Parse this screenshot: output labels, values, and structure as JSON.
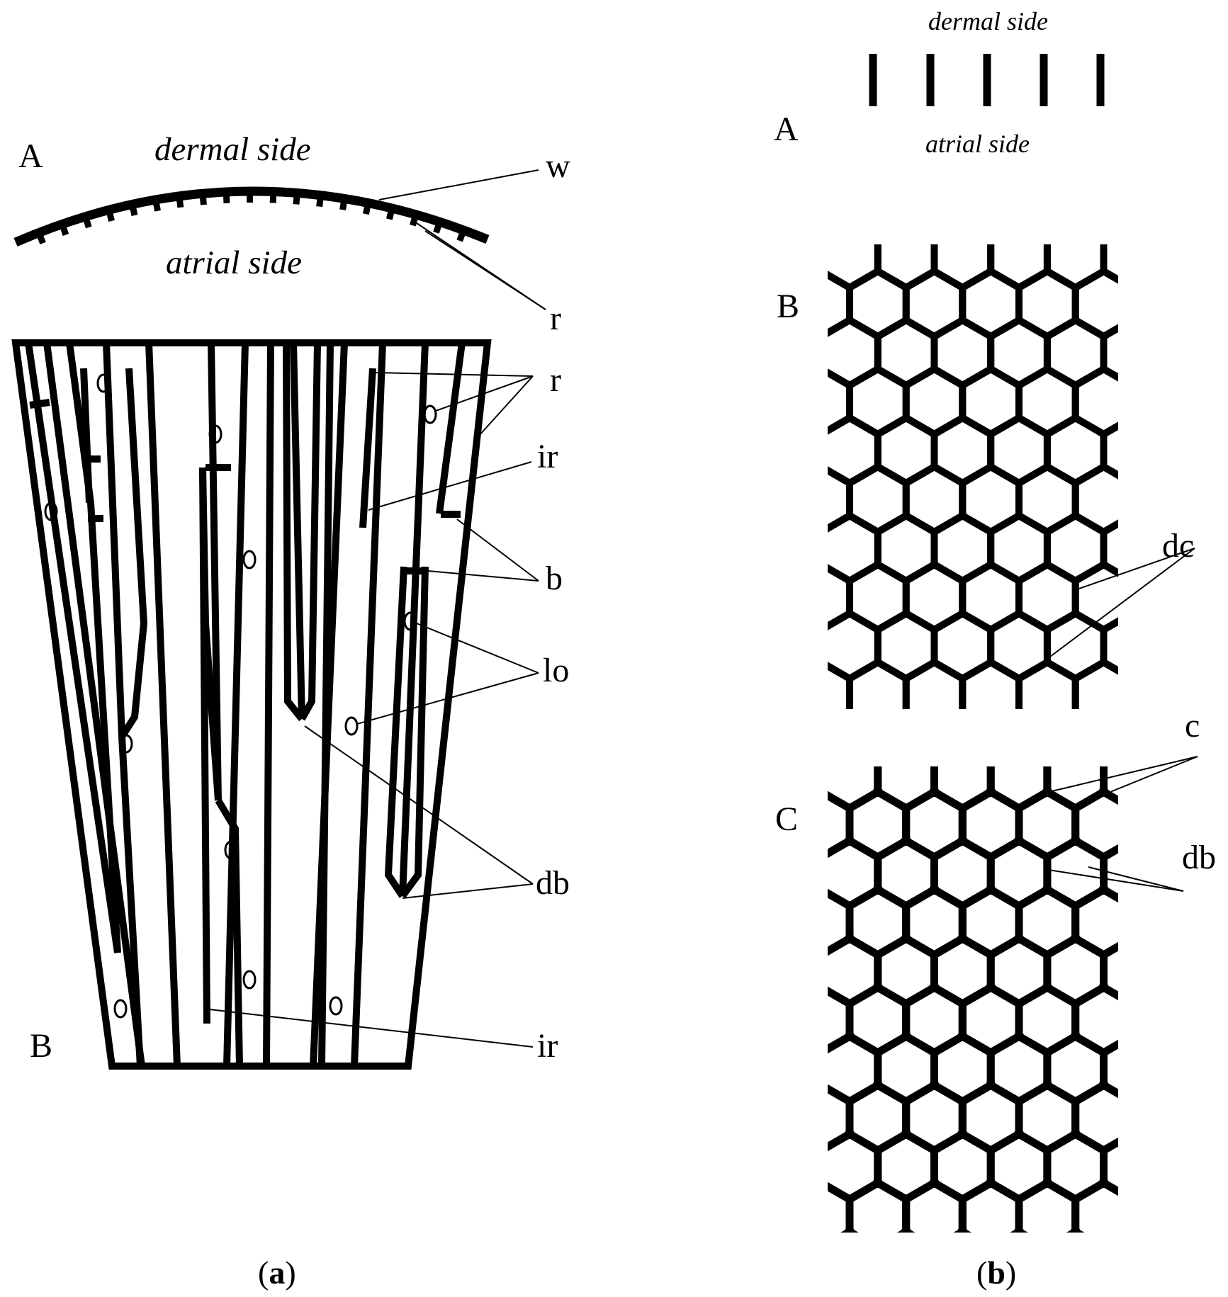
{
  "panel_a": {
    "sub_a": {
      "letter": "A",
      "dermal_side": "dermal side",
      "atrial_side": "atrial side",
      "label_w": "w",
      "label_r": "r"
    },
    "sub_b": {
      "letter": "B",
      "label_r": "r",
      "label_ir_top": "ir",
      "label_b": "b",
      "label_lo": "lo",
      "label_db": "db",
      "label_ir_bottom": "ir"
    },
    "caption": {
      "open": "(",
      "letter": "a",
      "close": ")"
    }
  },
  "panel_b": {
    "sub_a": {
      "letter": "A",
      "dermal_side": "dermal side",
      "atrial_side": "atrial side"
    },
    "sub_b": {
      "letter": "B",
      "label_dc": "dc"
    },
    "sub_c": {
      "letter": "C",
      "label_c": "c",
      "label_db": "db"
    },
    "caption": {
      "open": "(",
      "letter": "b",
      "close": ")"
    }
  },
  "colors": {
    "ink": "#000000",
    "background": "#ffffff"
  }
}
